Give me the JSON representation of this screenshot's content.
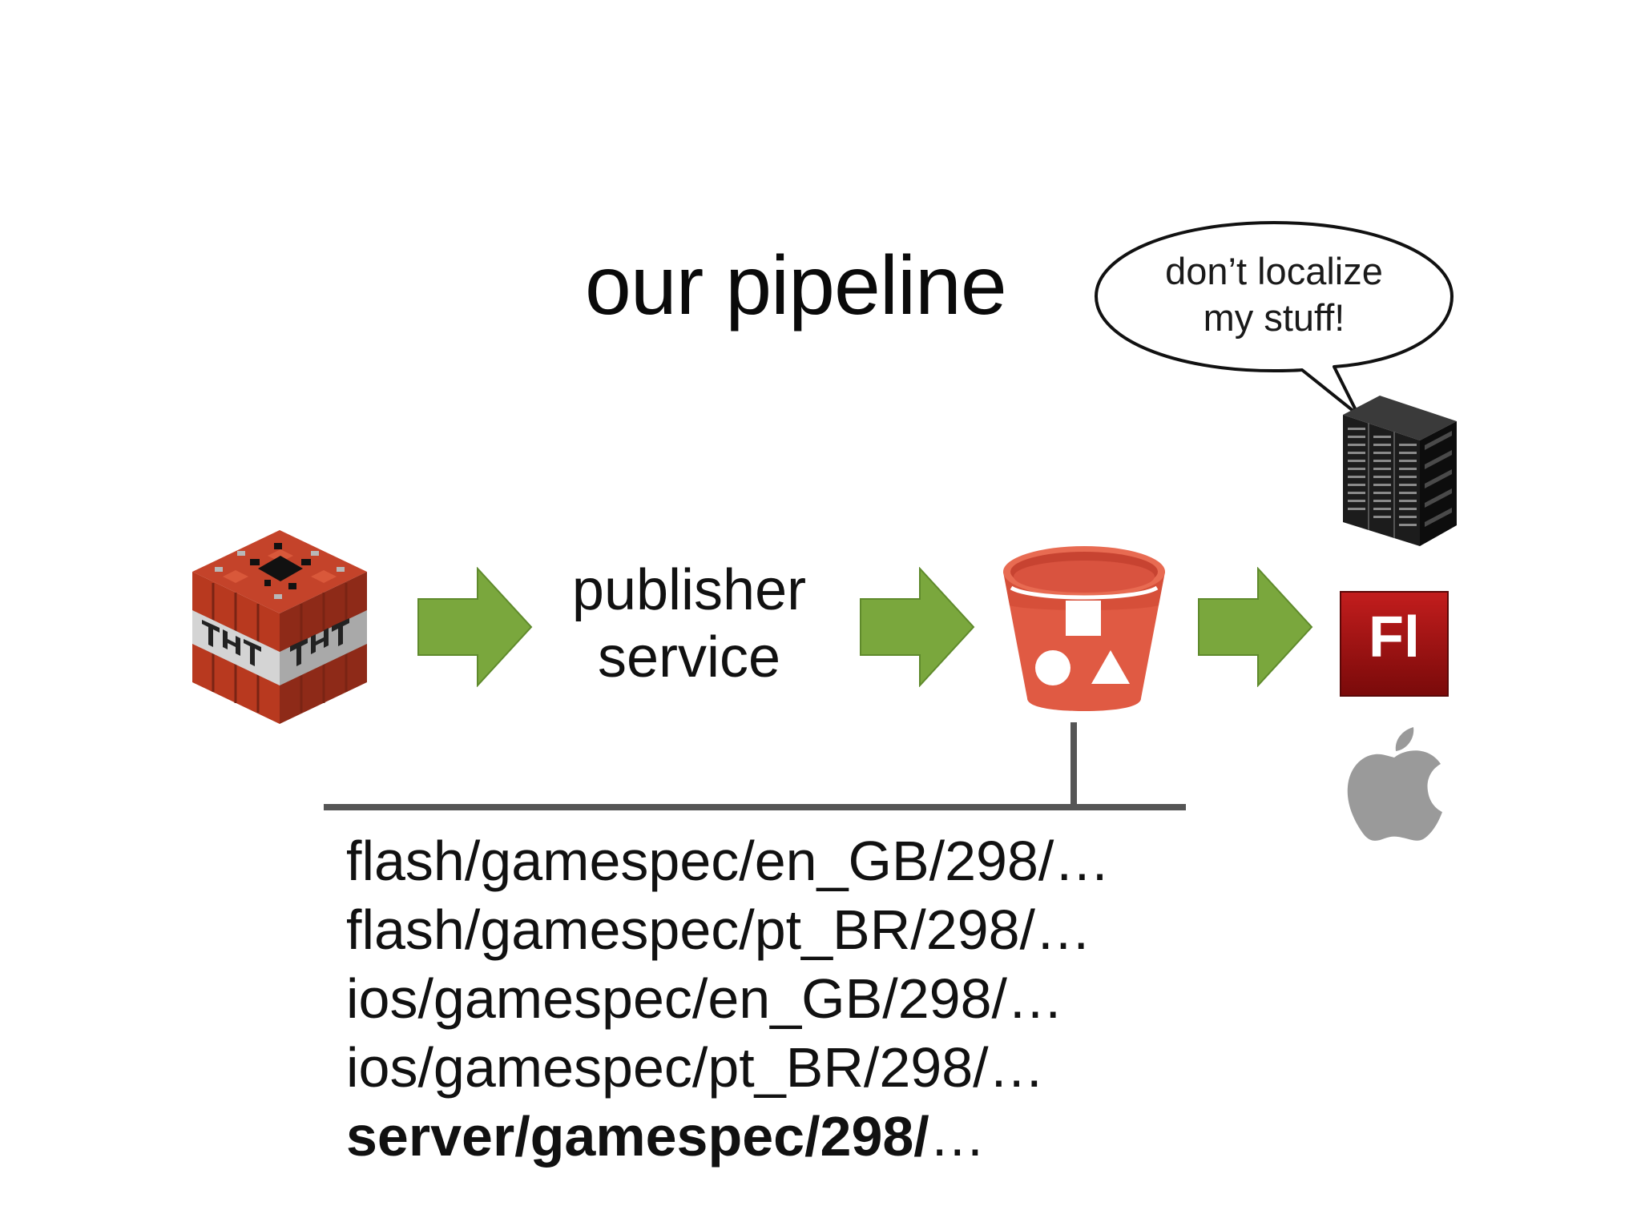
{
  "slide": {
    "title": "our pipeline",
    "speech_bubble": {
      "line1": "don’t localize",
      "line2": "my stuff!"
    },
    "service_label": {
      "line1": "publisher",
      "line2": "service"
    },
    "paths": [
      {
        "text": "flash/gamespec/en_GB/298/…"
      },
      {
        "text": "flash/gamespec/pt_BR/298/…"
      },
      {
        "text": "ios/gamespec/en_GB/298/…"
      },
      {
        "text": "ios/gamespec/pt_BR/298/…"
      },
      {
        "bold": "server/gamespec/298/",
        "rest": "…"
      }
    ]
  },
  "icons": {
    "source": "tnt-block-icon",
    "storage": "s3-bucket-icon",
    "targets": [
      "server-rack-icon",
      "flash-icon",
      "apple-icon"
    ],
    "flash_icon_text": "Fl"
  },
  "colors": {
    "arrow": "#7aa73d",
    "arrow_stroke": "#5f8a2c",
    "bucket": "#e05a43",
    "connector": "#555555",
    "flash": "#b01717",
    "apple": "#9a9a9a"
  }
}
